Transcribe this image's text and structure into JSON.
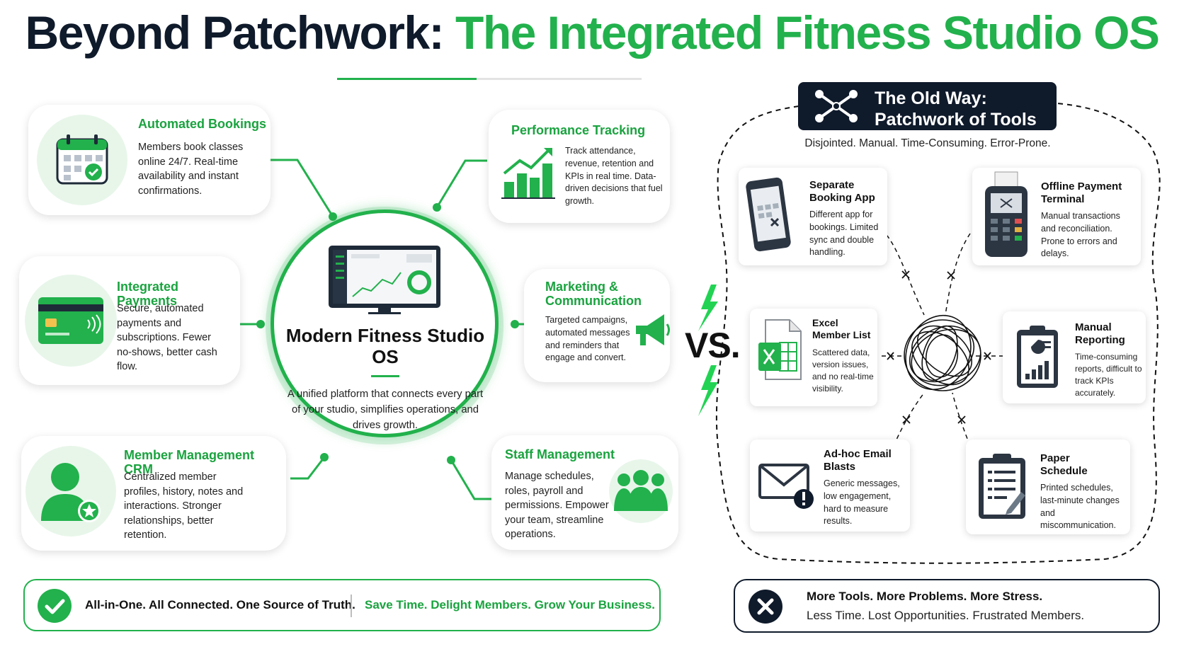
{
  "title": {
    "part1": "Beyond Patchwork:",
    "part2": "The Integrated Fitness Studio OS"
  },
  "hub": {
    "title": "Modern Fitness Studio OS",
    "description": "A unified platform that connects every part of your studio, simplifies operations, and drives growth."
  },
  "features": {
    "bookings": {
      "title": "Automated Bookings",
      "description": "Members book classes online 24/7. Real-time availability and instant confirmations.",
      "icon": "calendar-check-icon"
    },
    "payments": {
      "title": "Integrated Payments",
      "description": "Secure, automated payments and subscriptions. Fewer no-shows, better cash flow.",
      "icon": "credit-card-icon"
    },
    "crm": {
      "title": "Member Management CRM",
      "description": "Centralized member profiles, history, notes and interactions. Stronger relationships, better retention.",
      "icon": "member-star-icon"
    },
    "performance": {
      "title": "Performance Tracking",
      "description": "Track attendance, revenue, retention and KPIs in real time. Data-driven decisions that fuel growth.",
      "icon": "growth-chart-icon"
    },
    "marketing": {
      "title": "Marketing & Communication",
      "description": "Targeted campaigns, automated messages and reminders that engage and convert.",
      "icon": "megaphone-icon"
    },
    "staff": {
      "title": "Staff Management",
      "description": "Manage schedules, roles, payroll and permissions. Empower your team, streamline operations.",
      "icon": "team-icon"
    }
  },
  "vs_label": "VS.",
  "old_way": {
    "title": "The Old Way: Patchwork of Tools",
    "subtitle": "Disjointed. Manual. Time-Consuming. Error-Prone.",
    "tools": {
      "booking_app": {
        "title": "Separate Booking App",
        "description": "Different app for bookings. Limited sync and double handling."
      },
      "payment_terminal": {
        "title": "Offline Payment Terminal",
        "description": "Manual transactions and reconciliation. Prone to errors and delays."
      },
      "excel": {
        "title": "Excel Member List",
        "description": "Scattered data, version issues, and no real-time visibility."
      },
      "reporting": {
        "title": "Manual Reporting",
        "description": "Time-consuming reports, difficult to track KPIs accurately."
      },
      "email": {
        "title": "Ad-hoc Email Blasts",
        "description": "Generic messages, low engagement, hard to measure results."
      },
      "paper": {
        "title": "Paper Schedule",
        "description": "Printed schedules, last-minute changes and miscommunication."
      }
    }
  },
  "footer_good": {
    "line1": "All-in-One. All Connected. One Source of Truth.",
    "line2": "Save Time. Delight Members. Grow Your Business."
  },
  "footer_bad": {
    "line1": "More Tools. More Problems. More Stress.",
    "line2": "Less Time. Lost Opportunities. Frustrated Members."
  },
  "colors": {
    "brand_green": "#22b14c",
    "navy": "#0f1a2b",
    "light_green": "#e8f6ea"
  }
}
